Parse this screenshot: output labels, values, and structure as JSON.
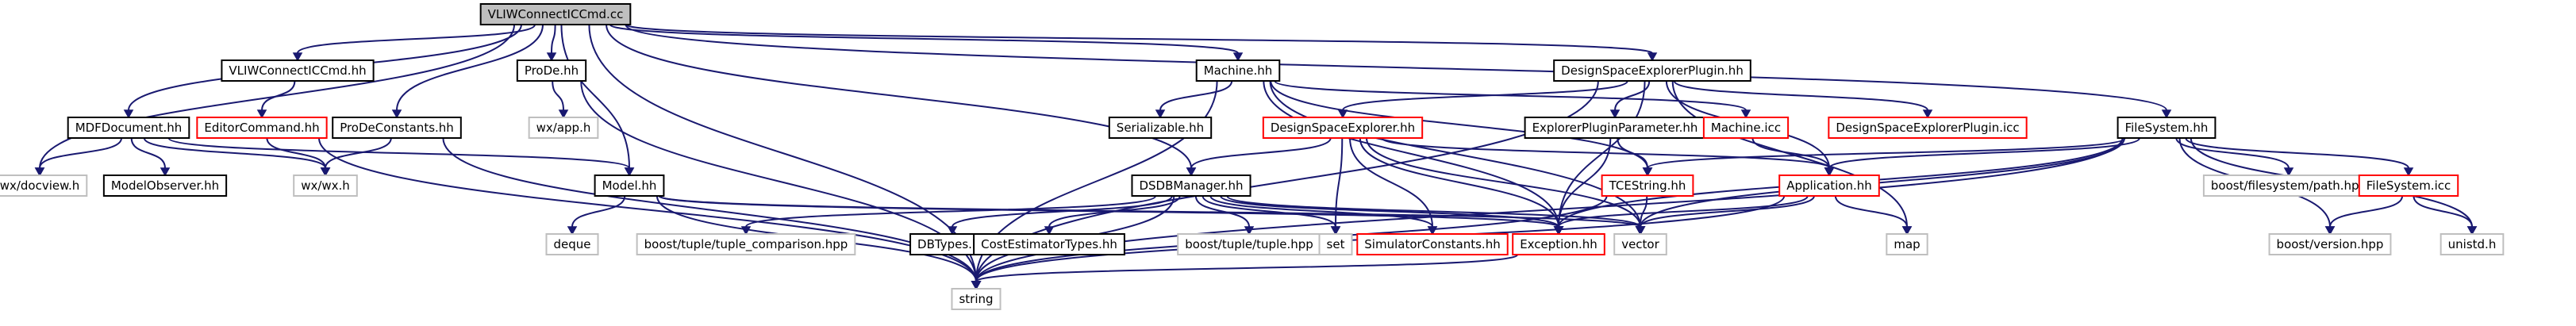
{
  "graph": {
    "title": "VLIWConnectICCmd.cc",
    "colors": {
      "root_fill": "#bfbfbf",
      "edge": "#191970",
      "node_border_documented": "#000000",
      "node_border_incomplete": "#ff0000",
      "node_border_external": "#bfbfbf",
      "background": "#ffffff"
    },
    "nodes": [
      {
        "id": "root",
        "label": "VLIWConnectICCmd.cc",
        "kind": "root"
      },
      {
        "id": "vliwhh",
        "label": "VLIWConnectICCmd.hh",
        "kind": "documented"
      },
      {
        "id": "prode",
        "label": "ProDe.hh",
        "kind": "documented"
      },
      {
        "id": "machine",
        "label": "Machine.hh",
        "kind": "documented"
      },
      {
        "id": "dsep",
        "label": "DesignSpaceExplorerPlugin.hh",
        "kind": "documented"
      },
      {
        "id": "mdf",
        "label": "MDFDocument.hh",
        "kind": "documented"
      },
      {
        "id": "editor",
        "label": "EditorCommand.hh",
        "kind": "incomplete"
      },
      {
        "id": "prodeconst",
        "label": "ProDeConstants.hh",
        "kind": "documented"
      },
      {
        "id": "wxapp",
        "label": "wx/app.h",
        "kind": "external"
      },
      {
        "id": "serial",
        "label": "Serializable.hh",
        "kind": "documented"
      },
      {
        "id": "dse",
        "label": "DesignSpaceExplorer.hh",
        "kind": "incomplete"
      },
      {
        "id": "explparam",
        "label": "ExplorerPluginParameter.hh",
        "kind": "documented"
      },
      {
        "id": "machicc",
        "label": "Machine.icc",
        "kind": "incomplete"
      },
      {
        "id": "dsepicc",
        "label": "DesignSpaceExplorerPlugin.icc",
        "kind": "incomplete"
      },
      {
        "id": "filesystem",
        "label": "FileSystem.hh",
        "kind": "documented"
      },
      {
        "id": "docview",
        "label": "wx/docview.h",
        "kind": "external"
      },
      {
        "id": "modelobs",
        "label": "ModelObserver.hh",
        "kind": "documented"
      },
      {
        "id": "wxh",
        "label": "wx/wx.h",
        "kind": "external"
      },
      {
        "id": "model",
        "label": "Model.hh",
        "kind": "documented"
      },
      {
        "id": "dsdb",
        "label": "DSDBManager.hh",
        "kind": "documented"
      },
      {
        "id": "tcestring",
        "label": "TCEString.hh",
        "kind": "incomplete"
      },
      {
        "id": "application",
        "label": "Application.hh",
        "kind": "incomplete"
      },
      {
        "id": "boostpath",
        "label": "boost/filesystem/path.hpp",
        "kind": "external"
      },
      {
        "id": "fsicc",
        "label": "FileSystem.icc",
        "kind": "incomplete"
      },
      {
        "id": "deque",
        "label": "deque",
        "kind": "external"
      },
      {
        "id": "tuplecmp",
        "label": "boost/tuple/tuple_comparison.hpp",
        "kind": "external"
      },
      {
        "id": "dbtypes",
        "label": "DBTypes.hh",
        "kind": "documented"
      },
      {
        "id": "costest",
        "label": "CostEstimatorTypes.hh",
        "kind": "documented"
      },
      {
        "id": "tuple",
        "label": "boost/tuple/tuple.hpp",
        "kind": "external"
      },
      {
        "id": "set",
        "label": "set",
        "kind": "external"
      },
      {
        "id": "simconst",
        "label": "SimulatorConstants.hh",
        "kind": "incomplete"
      },
      {
        "id": "exception",
        "label": "Exception.hh",
        "kind": "incomplete"
      },
      {
        "id": "vector",
        "label": "vector",
        "kind": "external"
      },
      {
        "id": "map",
        "label": "map",
        "kind": "external"
      },
      {
        "id": "boostver",
        "label": "boost/version.hpp",
        "kind": "external"
      },
      {
        "id": "unistd",
        "label": "unistd.h",
        "kind": "external"
      },
      {
        "id": "string",
        "label": "string",
        "kind": "external"
      }
    ],
    "edges": [
      [
        "root",
        "vliwhh"
      ],
      [
        "root",
        "prode"
      ],
      [
        "root",
        "machine"
      ],
      [
        "root",
        "dsep"
      ],
      [
        "root",
        "mdf"
      ],
      [
        "root",
        "prodeconst"
      ],
      [
        "root",
        "docview"
      ],
      [
        "root",
        "model"
      ],
      [
        "root",
        "dsdb"
      ],
      [
        "root",
        "filesystem"
      ],
      [
        "root",
        "string"
      ],
      [
        "vliwhh",
        "editor"
      ],
      [
        "editor",
        "wxh"
      ],
      [
        "editor",
        "string"
      ],
      [
        "mdf",
        "docview"
      ],
      [
        "mdf",
        "modelobs"
      ],
      [
        "mdf",
        "wxh"
      ],
      [
        "mdf",
        "model"
      ],
      [
        "prodeconst",
        "wxh"
      ],
      [
        "prodeconst",
        "string"
      ],
      [
        "prode",
        "wxapp"
      ],
      [
        "prode",
        "string"
      ],
      [
        "model",
        "deque"
      ],
      [
        "model",
        "string"
      ],
      [
        "model",
        "exception"
      ],
      [
        "model",
        "vector"
      ],
      [
        "machine",
        "serial"
      ],
      [
        "machine",
        "machicc"
      ],
      [
        "machine",
        "string"
      ],
      [
        "machine",
        "tcestring"
      ],
      [
        "machine",
        "exception"
      ],
      [
        "machine",
        "vector"
      ],
      [
        "dsep",
        "dse"
      ],
      [
        "dsep",
        "explparam"
      ],
      [
        "dsep",
        "dsepicc"
      ],
      [
        "dsep",
        "exception"
      ],
      [
        "dsep",
        "string"
      ],
      [
        "dsep",
        "map"
      ],
      [
        "dsep",
        "application"
      ],
      [
        "dse",
        "dsdb"
      ],
      [
        "dse",
        "set"
      ],
      [
        "dse",
        "simconst"
      ],
      [
        "dse",
        "exception"
      ],
      [
        "dse",
        "application"
      ],
      [
        "dse",
        "vector"
      ],
      [
        "explparam",
        "tcestring"
      ],
      [
        "explparam",
        "exception"
      ],
      [
        "machicc",
        "application"
      ],
      [
        "dsdb",
        "tuplecmp"
      ],
      [
        "dsdb",
        "dbtypes"
      ],
      [
        "dsdb",
        "costest"
      ],
      [
        "dsdb",
        "tuple"
      ],
      [
        "dsdb",
        "set"
      ],
      [
        "dsdb",
        "simconst"
      ],
      [
        "dsdb",
        "exception"
      ],
      [
        "dsdb",
        "string"
      ],
      [
        "dsdb",
        "vector"
      ],
      [
        "tcestring",
        "vector"
      ],
      [
        "tcestring",
        "string"
      ],
      [
        "application",
        "exception"
      ],
      [
        "application",
        "vector"
      ],
      [
        "application",
        "map"
      ],
      [
        "application",
        "string"
      ],
      [
        "filesystem",
        "tcestring"
      ],
      [
        "filesystem",
        "application"
      ],
      [
        "filesystem",
        "boostpath"
      ],
      [
        "filesystem",
        "fsicc"
      ],
      [
        "filesystem",
        "exception"
      ],
      [
        "filesystem",
        "vector"
      ],
      [
        "filesystem",
        "boostver"
      ],
      [
        "filesystem",
        "unistd"
      ],
      [
        "filesystem",
        "string"
      ],
      [
        "fsicc",
        "boostver"
      ],
      [
        "fsicc",
        "unistd"
      ],
      [
        "exception",
        "string"
      ]
    ]
  }
}
